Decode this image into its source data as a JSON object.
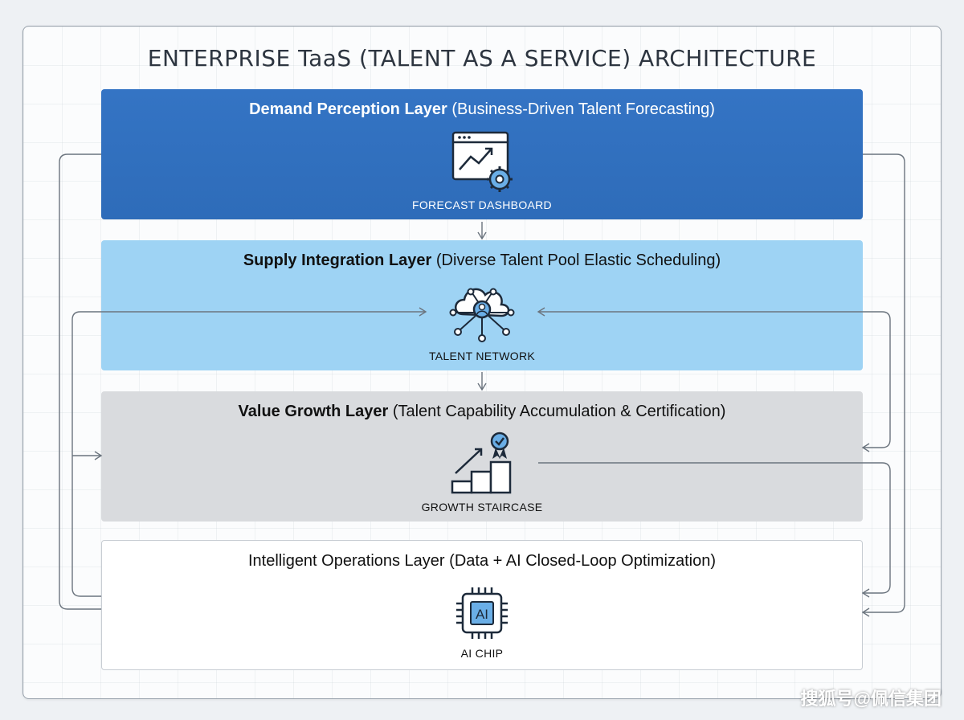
{
  "title": "ENTERPRISE TaaS (TALENT AS A SERVICE) ARCHITECTURE",
  "layers": [
    {
      "name": "Demand Perception Layer",
      "desc": "(Business-Driven Talent Forecasting)",
      "caption": "FORECAST DASHBOARD",
      "icon": "forecast-dashboard-icon",
      "color": "#3474c4"
    },
    {
      "name": "Supply Integration Layer",
      "desc": "(Diverse Talent Pool Elastic Scheduling)",
      "caption": "TALENT NETWORK",
      "icon": "talent-network-icon",
      "color": "#9ed3f4"
    },
    {
      "name": "Value Growth Layer",
      "desc": "(Talent Capability Accumulation & Certification)",
      "caption": "GROWTH STAIRCASE",
      "icon": "growth-staircase-icon",
      "color": "#d9dbde"
    },
    {
      "name": "Intelligent Operations Layer",
      "desc": "(Data + AI Closed-Loop Optimization)",
      "caption": "AI CHIP",
      "icon": "ai-chip-icon",
      "color": "#ffffff"
    }
  ],
  "ai_chip_label": "AI",
  "watermark": "搜狐号@佩信集团"
}
